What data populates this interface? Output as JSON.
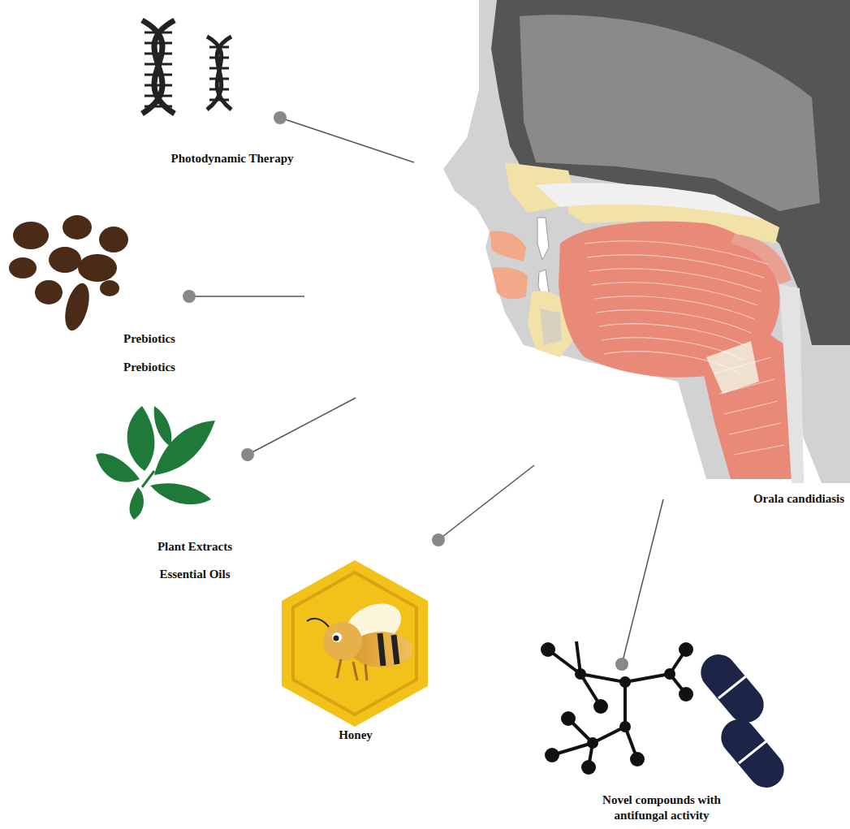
{
  "diagram": {
    "labels": [
      "Photodynamic Therapy",
      "Prebiotics",
      "Prebiotics",
      "Plant Extracts",
      "Essential Oils",
      "Honey",
      "Orala candidiasis",
      "Novel compounds with antifungal activity"
    ]
  }
}
